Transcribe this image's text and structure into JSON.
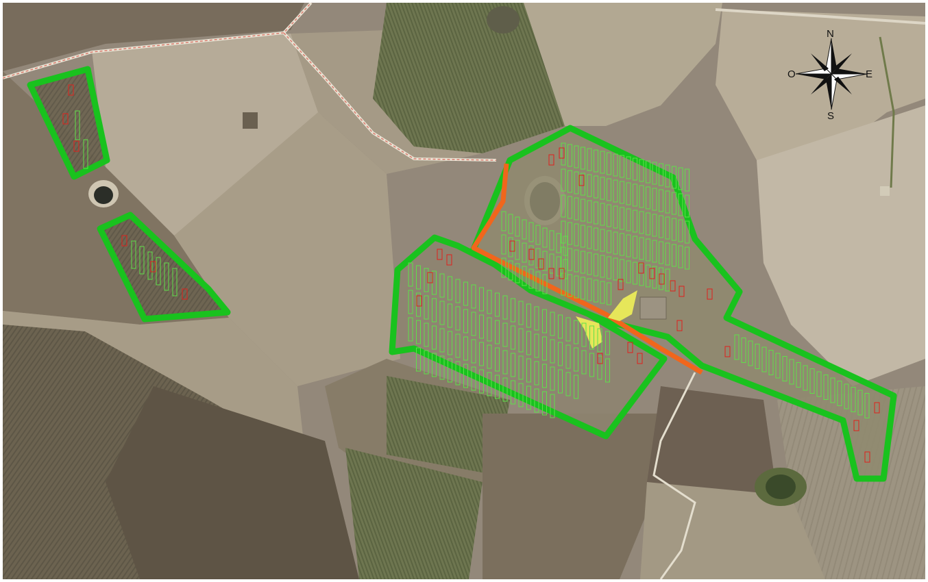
{
  "map": {
    "type": "aerial-orthophoto-site-plan",
    "colors": {
      "boundary_fill": "#19c21e",
      "boundary_edge": "#e8701c",
      "access_road": "#f0661c",
      "existing_road": "#d97a6c",
      "structure_area": "#e6e65a",
      "tracker_module": "#5fe04a",
      "inverter_module": "#e0201c",
      "farmland_dark": "#6b5e4e",
      "farmland_light": "#a3998a",
      "vegetation": "#6e7a4a",
      "pond": "#2b2e28"
    },
    "legend_symbols": [
      {
        "symbol": "tracker-module-icon"
      },
      {
        "symbol": "inverter-module-icon"
      },
      {
        "symbol": "site-boundary-icon"
      }
    ]
  },
  "compass": {
    "icon": "compass-rose-icon",
    "north": "N",
    "south": "S",
    "west": "O",
    "east": "E"
  }
}
